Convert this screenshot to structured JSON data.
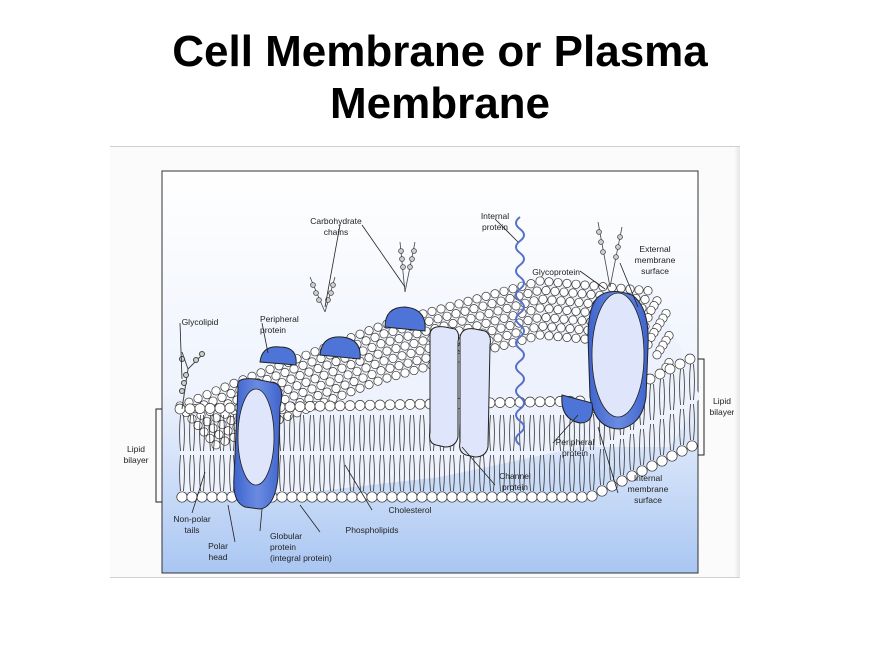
{
  "slide": {
    "title_line1": "Cell Membrane or Plasma",
    "title_line2": "Membrane"
  },
  "diagram": {
    "labels": {
      "carbohydrate_chains": [
        "Carbohydrate",
        "chains"
      ],
      "internal_protein": [
        "Internal",
        "protein"
      ],
      "glycoprotein": "Glycoprotein",
      "external_membrane_surface": [
        "External",
        "membrane",
        "surface"
      ],
      "glycolipid": "Glycolipid",
      "peripheral_protein_top": [
        "Peripheral",
        "protein"
      ],
      "lipid_bilayer_right": [
        "Lipid",
        "bilayer"
      ],
      "lipid_bilayer_left": [
        "Lipid",
        "bilayer"
      ],
      "peripheral_protein_bottom": [
        "Peripheral",
        "protein"
      ],
      "channel_protein": [
        "Channel",
        "protein"
      ],
      "internal_membrane_surface": [
        "Internal",
        "membrane",
        "surface"
      ],
      "cholesterol": "Cholesterol",
      "non_polar_tails": [
        "Non-polar",
        "tails"
      ],
      "phospholipids": "Phospholipids",
      "globular_protein": [
        "Globular",
        "protein",
        "(integral protein)"
      ],
      "polar_head": [
        "Polar",
        "head"
      ]
    },
    "colors": {
      "protein_blue": "#4f74d8",
      "protein_light": "#dfe6fb",
      "background_blue_top": "#ffffff",
      "background_blue_bottom": "#a9c6f2",
      "head_fill": "#ffffff",
      "stroke": "#222222"
    }
  }
}
